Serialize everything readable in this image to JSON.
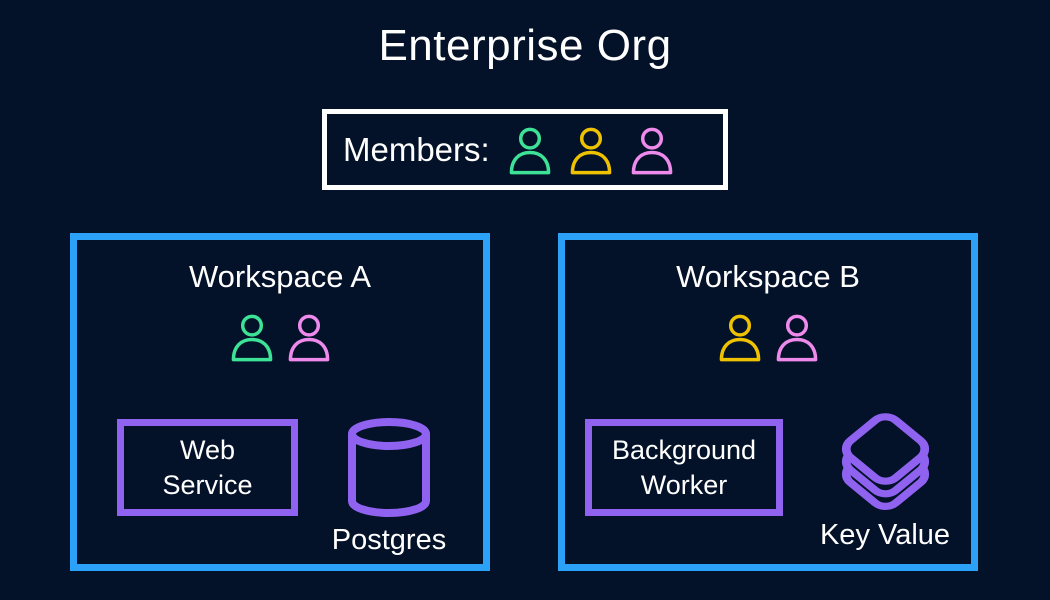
{
  "title": "Enterprise Org",
  "colors": {
    "background": "#031129",
    "text": "#FFFFFF",
    "workspace_border_blue": "#2BA2F7",
    "resource_purple": "#8F63F0",
    "member_green": "#3DE296",
    "member_yellow": "#EEC200",
    "member_pink": "#EE8AEC",
    "members_panel_border": "#FFFFFF"
  },
  "members_panel": {
    "label": "Members:",
    "members": [
      {
        "id": "green-member",
        "color": "#3DE296"
      },
      {
        "id": "yellow-member",
        "color": "#EEC200"
      },
      {
        "id": "pink-member",
        "color": "#EE8AEC"
      }
    ]
  },
  "workspaces": [
    {
      "id": "workspace-a",
      "title": "Workspace A",
      "members": [
        {
          "id": "green-member",
          "color": "#3DE296"
        },
        {
          "id": "pink-member",
          "color": "#EE8AEC"
        }
      ],
      "service": {
        "line1": "Web",
        "line2": "Service"
      },
      "datastore": {
        "icon": "postgres-database-icon",
        "label": "Postgres"
      }
    },
    {
      "id": "workspace-b",
      "title": "Workspace B",
      "members": [
        {
          "id": "yellow-member",
          "color": "#EEC200"
        },
        {
          "id": "pink-member",
          "color": "#EE8AEC"
        }
      ],
      "service": {
        "line1": "Background",
        "line2": "Worker"
      },
      "datastore": {
        "icon": "key-value-stack-icon",
        "label": "Key Value"
      }
    }
  ]
}
